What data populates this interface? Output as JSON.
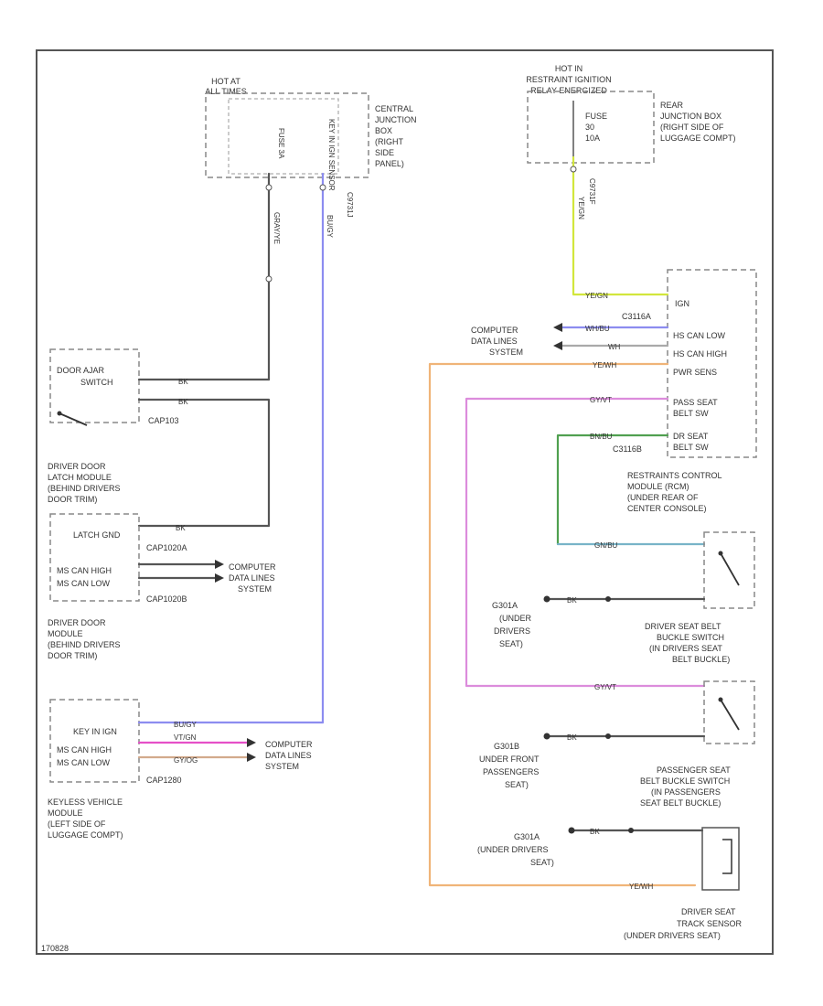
{
  "colors": {
    "dark_wire": "#555555",
    "blue_wire": "#8c8cf0",
    "yellow_wire": "#d2e63c",
    "orange_wire": "#f0b478",
    "pink_wire": "#dc8cdc",
    "green_wire": "#50a050",
    "teal_wire": "#78b4c8",
    "magenta_wire": "#e650c8",
    "tan_wire": "#d2aa8c"
  },
  "figure_id": "170828",
  "hot_left": {
    "line1": "HOT AT",
    "line2": "ALL TIMES"
  },
  "central_junction_box": {
    "line1": "CENTRAL",
    "line2": "JUNCTION",
    "line3": "BOX",
    "line4": "(RIGHT",
    "line5": "SIDE",
    "line6": "PANEL)"
  },
  "left_fuse_labels": {
    "fuse_a": "FUSE 3A",
    "fuse_b": "KEY IN IGN SENSOR"
  },
  "connector_c9731": "C9731J",
  "wire_vert_gray": "GRAY/YE",
  "wire_vert_blue": "BU/GY",
  "hot_right": {
    "line1": "HOT IN",
    "line2": "RESTRAINT IGNITION",
    "line3": "RELAY ENERGIZED"
  },
  "rear_junction_box": {
    "line1": "REAR",
    "line2": "JUNCTION BOX",
    "line3": "(RIGHT SIDE OF",
    "line4": "LUGGAGE COMPT)"
  },
  "rear_fuse": {
    "line1": "FUSE",
    "line2": "30",
    "line3": "10A"
  },
  "connector_c9731f": "C9731F",
  "wire_vert_yellow": "YE/GN",
  "door_ajar": {
    "line1": "DOOR AJAR",
    "line2": "SWITCH",
    "connector": "CAP103",
    "pin_wire": "BK"
  },
  "driver_door_latch": {
    "line1": "DRIVER DOOR",
    "line2": "LATCH MODULE",
    "line3": "(BEHIND DRIVERS",
    "line4": "DOOR TRIM)"
  },
  "latch_box": {
    "row1": "LATCH GND",
    "row2": "MS CAN HIGH",
    "row3": "MS CAN LOW",
    "connector_a": "CAP1020A",
    "connector_b": "CAP1020B",
    "wire": "BK"
  },
  "computer_data_lines": {
    "line1": "COMPUTER",
    "line2": "DATA LINES",
    "line3": "SYSTEM"
  },
  "driver_door_module": {
    "line1": "DRIVER DOOR",
    "line2": "MODULE",
    "line3": "(BEHIND DRIVERS",
    "line4": "DOOR TRIM)"
  },
  "keyless_box": {
    "row1": "KEY IN IGN",
    "row2": "MS CAN HIGH",
    "row3": "MS CAN LOW",
    "connector": "CAP1280",
    "wire_blue": "BU/GY",
    "wire_pink": "VT/GN",
    "wire_tan": "GY/OG"
  },
  "keyless_module": {
    "line1": "KEYLESS VEHICLE",
    "line2": "MODULE",
    "line3": "(LEFT SIDE OF",
    "line4": "LUGGAGE COMPT)"
  },
  "rcm_box": {
    "row0": "IGN",
    "row1": "HS CAN LOW",
    "row2": "HS CAN HIGH",
    "row3": "PWR SENS",
    "row4": "PASS SEAT",
    "row5": "BELT SW",
    "row6": "DR SEAT",
    "row7": "BELT SW",
    "connector_a": "C3116A",
    "connector_b": "C3116B"
  },
  "rcm_wires": {
    "w_yellow": "YE/GN",
    "w_blue": "WH/BU",
    "w_white": "WH",
    "w_orange": "YE/WH",
    "w_pink": "GY/VT",
    "w_green": "BN/BU"
  },
  "rcm_label": {
    "line1": "RESTRAINTS CONTROL",
    "line2": "MODULE (RCM)",
    "line3": "(UNDER REAR OF",
    "line4": "CENTER CONSOLE)"
  },
  "driver_belt_buckle": {
    "line1": "DRIVER SEAT BELT",
    "line2": "BUCKLE SWITCH",
    "line3": "(IN DRIVERS SEAT",
    "line4": "BELT BUCKLE)"
  },
  "g_driver": {
    "line1": "G301A",
    "line2": "(UNDER",
    "line3": "DRIVERS",
    "line4": "SEAT)"
  },
  "passenger_belt_buckle": {
    "line1": "PASSENGER SEAT",
    "line2": "BELT BUCKLE SWITCH",
    "line3": "(IN PASSENGERS",
    "line4": "SEAT BELT BUCKLE)"
  },
  "g_passenger": {
    "line1": "G301B",
    "line2": "UNDER FRONT",
    "line3": "PASSENGERS",
    "line4": "SEAT)"
  },
  "g_track": {
    "line1": "G301A",
    "line2": "(UNDER DRIVERS",
    "line3": "SEAT)"
  },
  "track_sensor": {
    "line1": "DRIVER SEAT",
    "line2": "TRACK SENSOR",
    "line3": "(UNDER DRIVERS SEAT)"
  },
  "switch_wires": {
    "w_teal": "GN/BU",
    "w_gnd": "BK",
    "w_pink2": "GY/VT",
    "w_orange2": "YE/WH"
  }
}
